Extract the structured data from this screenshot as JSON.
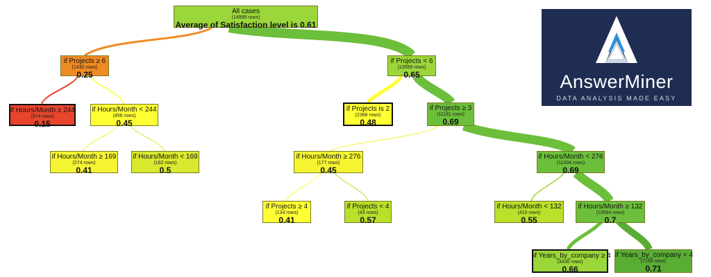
{
  "colors": {
    "red": "#e8452c",
    "orange": "#f08a23",
    "yellow": "#ffff33",
    "yellow_light": "#f4f433",
    "lime": "#d8e82e",
    "yellow_green": "#b9e02a",
    "green_light": "#9bd63a",
    "green": "#6cbf3a",
    "green_dark": "#5aad34",
    "logo_bg": "#1f2d52"
  },
  "logo": {
    "name": "AnswerMiner",
    "tagline": "DATA ANALYSIS MADE EASY"
  },
  "tree": {
    "root": {
      "label": "All cases",
      "rows": "(14999 rows)",
      "value": "Average of Satisfaction level is 0.61"
    },
    "n_proj_ge6": {
      "label": "if Projects ≥ 6",
      "rows": "(1430 rows)",
      "value": "0.25"
    },
    "n_proj_lt6": {
      "label": "if Projects < 6",
      "rows": "(13569 rows)",
      "value": "0.65"
    },
    "n_hm_ge244": {
      "label": "if Hours/Month ≥ 244",
      "rows": "(974 rows)",
      "value": "0.15"
    },
    "n_hm_lt244": {
      "label": "if Hours/Month < 244",
      "rows": "(456 rows)",
      "value": "0.45"
    },
    "n_hm_ge169": {
      "label": "if Hours/Month ≥ 169",
      "rows": "(274 rows)",
      "value": "0.41"
    },
    "n_hm_lt169": {
      "label": "if Hours/Month < 169",
      "rows": "(182 rows)",
      "value": "0.5"
    },
    "n_proj_is2": {
      "label": "if Projects is 2",
      "rows": "(2388 rows)",
      "value": "0.48"
    },
    "n_proj_ge3": {
      "label": "if Projects ≥ 3",
      "rows": "(11181 rows)",
      "value": "0.69"
    },
    "n_hm_ge276": {
      "label": "if Hours/Month ≥ 276",
      "rows": "(177 rows)",
      "value": "0.45"
    },
    "n_hm_lt276": {
      "label": "if Hours/Month < 276",
      "rows": "(11004 rows)",
      "value": "0.69"
    },
    "n_proj_ge4": {
      "label": "if Projects ≥ 4",
      "rows": "(134 rows)",
      "value": "0.41"
    },
    "n_proj_lt4": {
      "label": "if Projects < 4",
      "rows": "(43 rows)",
      "value": "0.57"
    },
    "n_hm_lt132": {
      "label": "if Hours/Month < 132",
      "rows": "(410 rows)",
      "value": "0.55"
    },
    "n_hm_ge132": {
      "label": "if Hours/Month ≥ 132",
      "rows": "(10594 rows)",
      "value": "0.7"
    },
    "n_yrs_ge4": {
      "label": "if Years_by_company ≥ 4",
      "rows": "(3436 rows)",
      "value": "0.66"
    },
    "n_yrs_lt4": {
      "label": "if Years_by_company < 4",
      "rows": "(7158 rows)",
      "value": "0.71"
    }
  }
}
